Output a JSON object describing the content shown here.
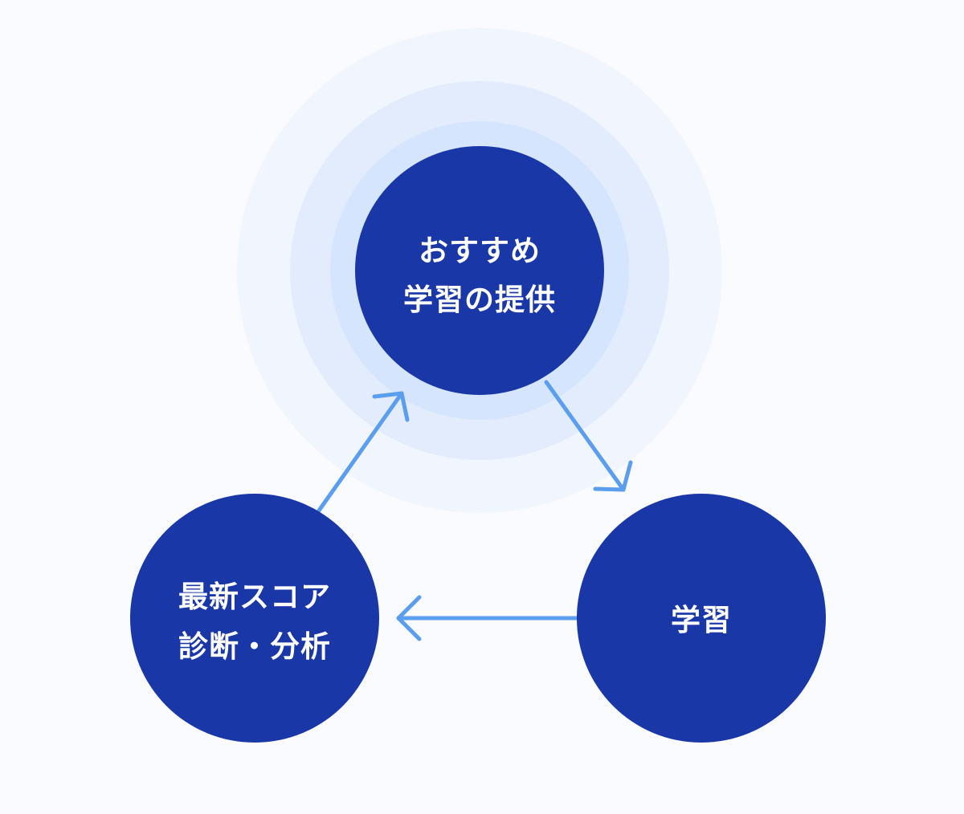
{
  "colors": {
    "background": "#f9fbfe",
    "node_fill": "#1a37a8",
    "arrow": "#5b9ef0",
    "halo_outer": "#f1f6fe",
    "halo_middle": "#e3ecfc",
    "halo_inner": "#d4e5fd",
    "text": "#ffffff"
  },
  "nodes": {
    "recommend": {
      "line1": "おすすめ",
      "line2": "学習の提供"
    },
    "learning": {
      "line1": "学習"
    },
    "diagnosis": {
      "line1": "最新スコア",
      "line2": "診断・分析"
    }
  },
  "flow": [
    {
      "from": "recommend",
      "to": "learning"
    },
    {
      "from": "learning",
      "to": "diagnosis"
    },
    {
      "from": "diagnosis",
      "to": "recommend"
    }
  ]
}
